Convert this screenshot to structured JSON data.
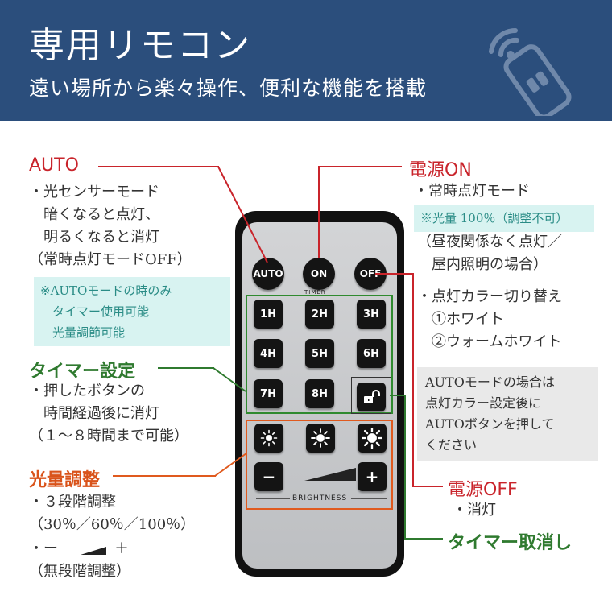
{
  "header": {
    "title": "専用リモコン",
    "subtitle": "遠い場所から楽々操作、便利な機能を搭載",
    "icon": "remote-control-wifi-icon"
  },
  "colors": {
    "header_bg": "#2b4e7c",
    "red": "#c9242b",
    "green": "#2f7a2f",
    "orange": "#e05a1e",
    "cyan_note_bg": "#d8f3f1"
  },
  "remote": {
    "auto_label": "AUTO",
    "on_label": "ON",
    "off_label": "OFF",
    "timer_label": "TIMER",
    "timer_buttons": [
      "1H",
      "2H",
      "3H",
      "4H",
      "5H",
      "6H",
      "7H",
      "8H"
    ],
    "minus_label": "−",
    "plus_label": "+",
    "brightness_label": "BRIGHTNESS"
  },
  "auto_section": {
    "heading": "AUTO",
    "body": "・光センサーモード\n　暗くなると点灯、\n　明るくなると消灯\n（常時点灯モードOFF）",
    "note": "※AUTOモードの時のみ\n　タイマー使用可能\n　光量調節可能"
  },
  "timer_section": {
    "heading": "タイマー設定",
    "body": "・押したボタンの\n　時間経過後に消灯\n（１～８時間まで可能）"
  },
  "brightness_section": {
    "heading": "光量調整",
    "body1": "・３段階調整\n（30％／60％／100％）",
    "body2_prefix": "・ー",
    "body2_suffix": "＋",
    "body3": "（無段階調整）"
  },
  "power_on_section": {
    "heading": "電源ON",
    "line1": "・常時点灯モード",
    "note": "※光量 100％（調整不可）",
    "body": "（昼夜関係なく点灯／\n　屋内照明の場合）",
    "color_body": "・点灯カラー切り替え\n　①ホワイト\n　②ウォームホワイト",
    "gray_note": "AUTOモードの場合は\n点灯カラー設定後に\nAUTOボタンを押して\nください"
  },
  "power_off_section": {
    "heading": "電源OFF",
    "body": "・消灯"
  },
  "timer_cancel_section": {
    "heading": "タイマー取消し"
  }
}
